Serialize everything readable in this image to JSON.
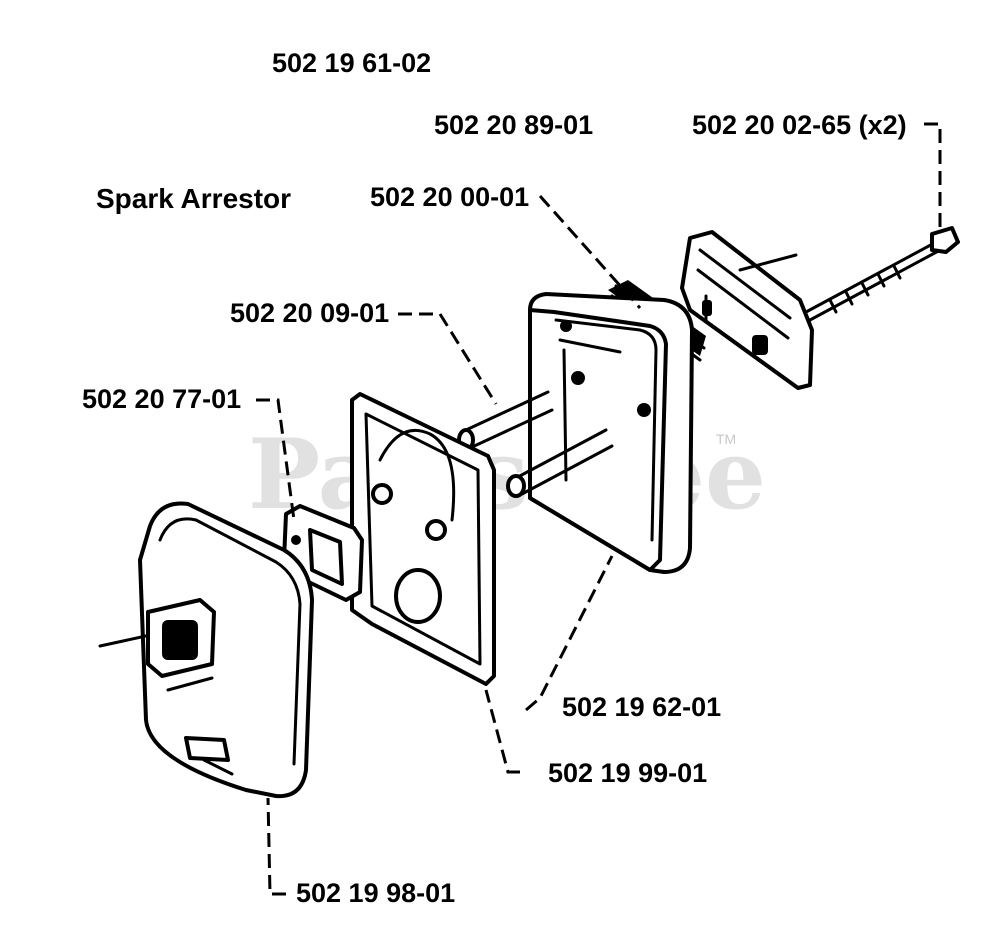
{
  "diagram": {
    "title": "Spark Arrestor",
    "watermark": "PartsTree",
    "trademark": "TM",
    "part_numbers": {
      "assembly": "502 19 61-02",
      "screen_holder": "502 20 89-01",
      "screw": "502 20 02-65 (x2)",
      "spark_arrestor_screen": "502 20 00-01",
      "tube": "502 20 09-01",
      "gasket": "502 20 77-01",
      "muffler_body": "502 19 62-01",
      "plate": "502 19 99-01",
      "muffler_cover": "502 19 98-01"
    }
  }
}
